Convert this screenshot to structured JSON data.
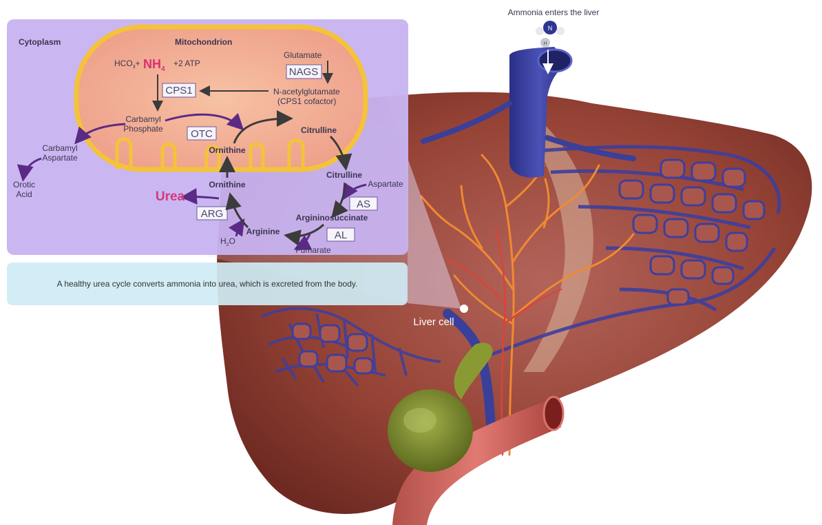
{
  "header": {
    "ammonia_title": "Ammonia enters the liver"
  },
  "ammonia_molecule": {
    "n_atom": "N",
    "h_atom": "H"
  },
  "panel": {
    "cytoplasm_label": "Cytoplasm",
    "mitochondrion_label": "Mitochondrion"
  },
  "reactants": {
    "hco3": "HCO",
    "hco3_sub": "3",
    "plus1": "+",
    "nh4": "NH",
    "nh4_sub": "4",
    "atp": "+2 ATP"
  },
  "metabolites": {
    "glutamate": "Glutamate",
    "n_acetylglutamate": "N-acetylglutamate",
    "cps1_cofactor": "(CPS1 cofactor)",
    "carbamyl_phosphate_1": "Carbamyl",
    "carbamyl_phosphate_2": "Phosphate",
    "carbamyl_aspartate_1": "Carbamyl",
    "carbamyl_aspartate_2": "Aspartate",
    "orotic_acid_1": "Orotic",
    "orotic_acid_2": "Acid",
    "ornithine_mito": "Ornithine",
    "citrulline_mito": "Citrulline",
    "citrulline_cyto": "Citrulline",
    "ornithine_cyto": "Ornithine",
    "aspartate": "Aspartate",
    "argininosuccinate": "Argininosuccinate",
    "arginine": "Arginine",
    "fumarate": "Fumarate",
    "water": "H",
    "water_sub": "2",
    "water_o": "O",
    "urea": "Urea"
  },
  "enzymes": {
    "nags": "NAGS",
    "cps1": "CPS1",
    "otc": "OTC",
    "as": "AS",
    "al": "AL",
    "arg": "ARG"
  },
  "caption": "A healthy urea cycle converts ammonia into urea, which is excreted from the body.",
  "liver_cell_label": "Liver cell",
  "colors": {
    "panel": "#c7b3f0",
    "mito_fill": "#f2a98f",
    "mito_border": "#f4c33a",
    "urea": "#d4397e",
    "nh4": "#d8316f",
    "arrow_dark": "#3b3b3b",
    "arrow_purple": "#5b2a86",
    "liver": "#9b4a3e",
    "vein_blue": "#3a3f9a"
  }
}
